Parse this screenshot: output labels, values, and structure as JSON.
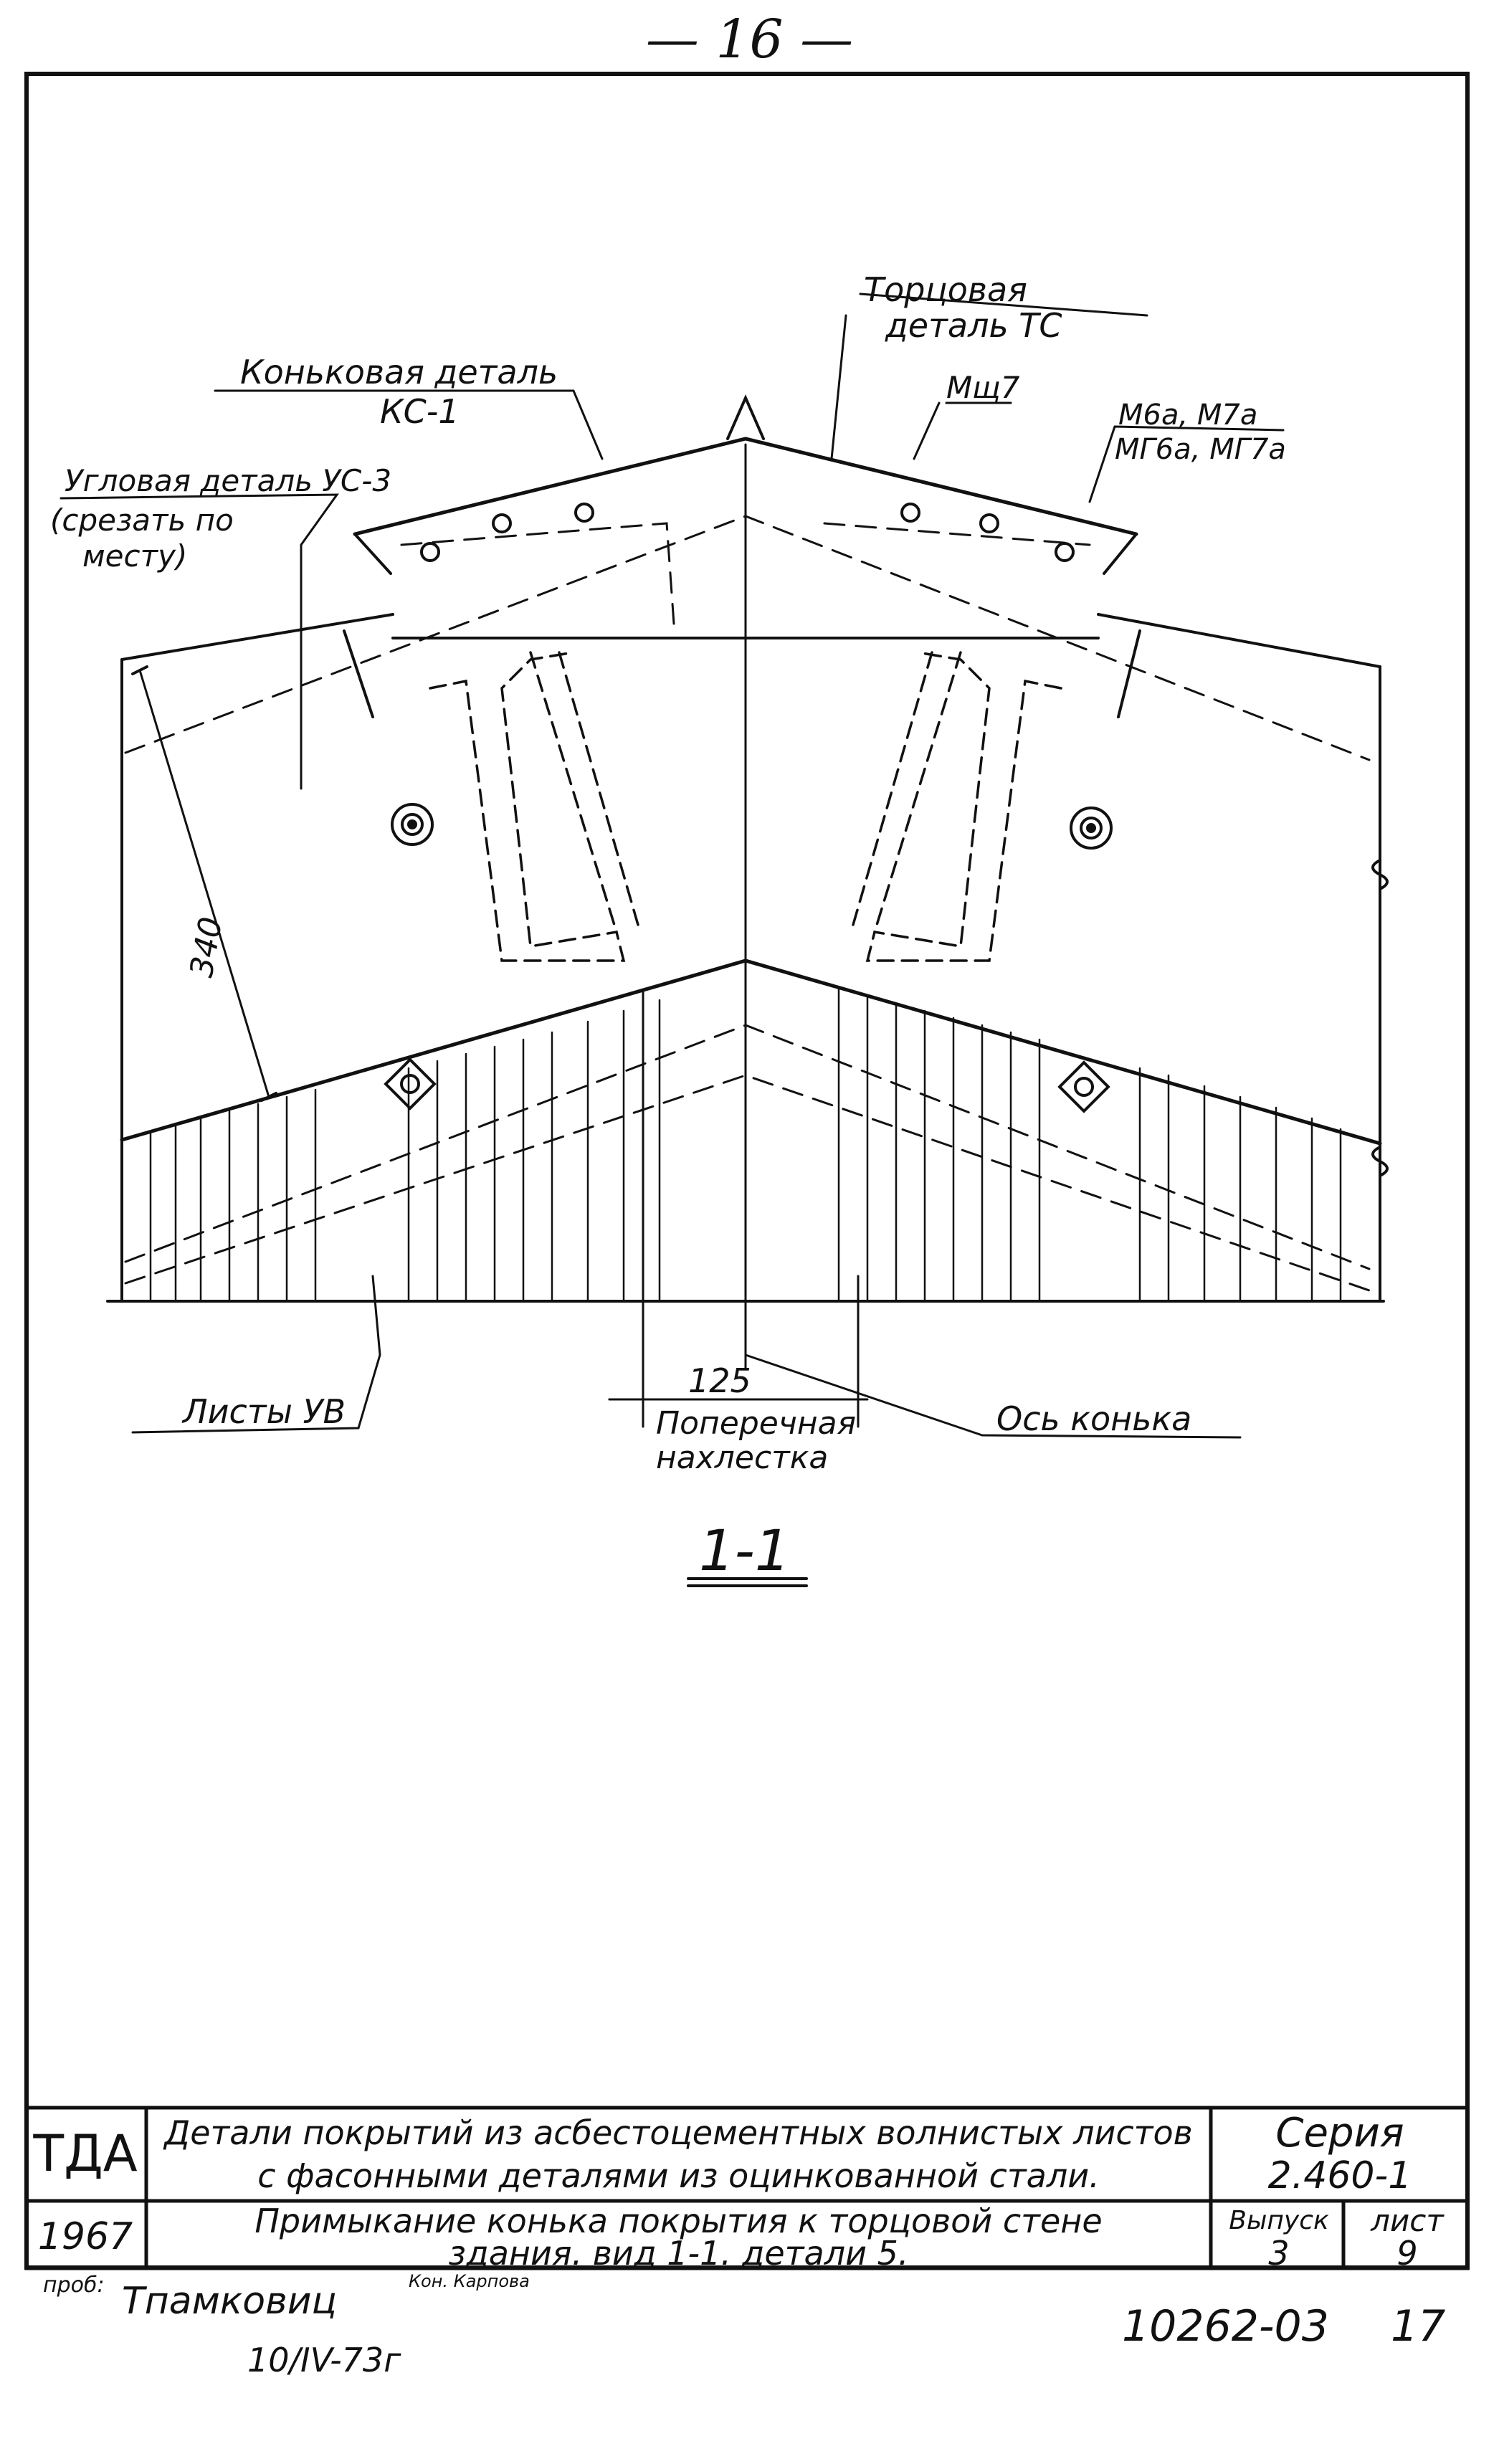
{
  "page_number": "— 16 —",
  "drawing": {
    "labels": {
      "ridge_detail": "Коньковая деталь",
      "ridge_detail_code": "КС-1",
      "end_detail_line1": "Торцовая",
      "end_detail_line2": "деталь ТС",
      "corner_detail": "Угловая деталь УС-3",
      "corner_note_line1": "(срезать по",
      "corner_note_line2": "месту)",
      "fastener_mshch7": "Мщ7",
      "fasteners_line1": "М6а, М7а",
      "fasteners_line2": "МГ6а, МГ7а",
      "dim_340": "340",
      "dim_125": "125",
      "overlap_line1": "Поперечная",
      "overlap_line2": "нахлестка",
      "sheets": "Листы УВ",
      "ridge_axis": "Ось конька"
    },
    "section_title": "1-1"
  },
  "title_block": {
    "org": "ТДА",
    "title_line1": "Детали покрытий из асбестоцементных волнистых листов",
    "title_line2": "с фасонными деталями из оцинкованной стали.",
    "series_label": "Серия",
    "series_value": "2.460-1",
    "year": "1967",
    "sheet_title_line1": "Примыкание конька покрытия к торцовой стене",
    "sheet_title_line2": "здания. вид 1-1. детали 5.",
    "issue_label": "Выпуск",
    "issue_value": "3",
    "sheet_label": "лист",
    "sheet_value": "9"
  },
  "footer": {
    "checked_prefix": "проб:",
    "checked_name": "Тпамковиц",
    "checked_small": "Кон. Карпова",
    "date": "10/IV-73г",
    "doc_number": "10262-03",
    "page": "17"
  }
}
